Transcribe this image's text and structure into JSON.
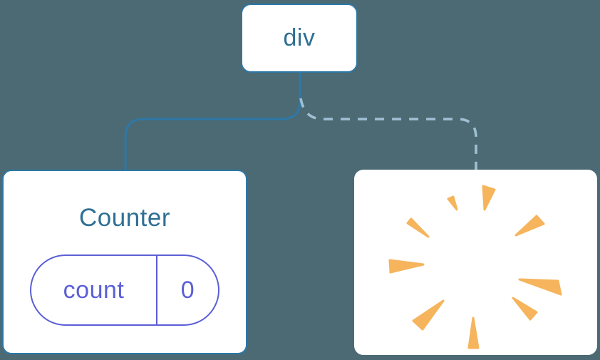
{
  "diagram": {
    "root": {
      "label": "div"
    },
    "counter": {
      "title": "Counter",
      "state": {
        "key": "count",
        "value": "0"
      }
    },
    "removed": {
      "icon": "poof-icon"
    },
    "edges": [
      {
        "from": "div",
        "to": "Counter",
        "style": "solid"
      },
      {
        "from": "div",
        "to": "removed",
        "style": "dashed"
      }
    ]
  },
  "colors": {
    "background": "#4C6A73",
    "card_bg": "#FFFFFF",
    "accent_line": "#2D78A8",
    "text_blue": "#2F6F94",
    "state_purple": "#5B5FD6",
    "dashed_line": "#9FC0D4",
    "poof_orange": "#F6B45C"
  }
}
